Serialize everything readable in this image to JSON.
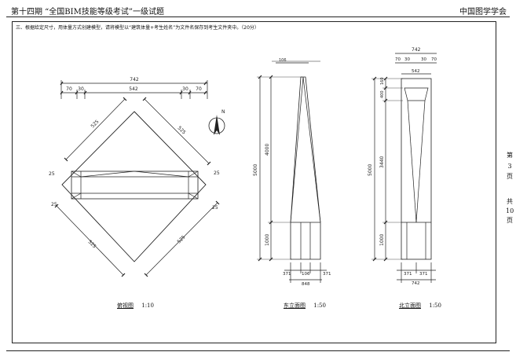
{
  "header": {
    "left": "第十四期 “全国BIM技能等级考试”一级试题",
    "right": "中国图学学会"
  },
  "question": "三、根据给定尺寸，用体量方式创建模型，请将模型以“建筑体量+考生姓名”为文件名保存到考生文件夹中。（20分）",
  "side_page": {
    "di": "第",
    "page": "3",
    "ye1": "页",
    "gong": "共",
    "total": "10",
    "ye2": "页"
  },
  "views": {
    "plan": {
      "name": "俯视图",
      "scale": "1:10"
    },
    "east": {
      "name": "东立面图",
      "scale": "1:50"
    },
    "north": {
      "name": "北立面图",
      "scale": "1:50"
    }
  },
  "plan_dims": {
    "total": "742",
    "d70l": "70",
    "d30l": "30",
    "mid": "542",
    "d30r": "30",
    "d70r": "70",
    "tl": "525",
    "tr": "525",
    "bl": "525",
    "br": "525",
    "s25a": "25",
    "s25b": "25",
    "s25c": "25",
    "s25d": "25",
    "north": "N"
  },
  "east_dims": {
    "top": "106",
    "h_total": "5000",
    "h_upper": "4000",
    "h_lower": "1000",
    "b371l": "371",
    "b106": "106",
    "b371r": "371",
    "b848": "848"
  },
  "north_dims": {
    "top742": "742",
    "d70a": "70",
    "d30a": "30",
    "d30b": "30",
    "d70b": "70",
    "top542": "542",
    "h_total": "5000",
    "h_top": "400",
    "h_mid": "3440",
    "h_bot": "1000",
    "h_b": "160",
    "b371l": "371",
    "b371r": "371",
    "b742": "742"
  },
  "colors": {
    "line": "#222222",
    "paper": "#ffffff"
  }
}
